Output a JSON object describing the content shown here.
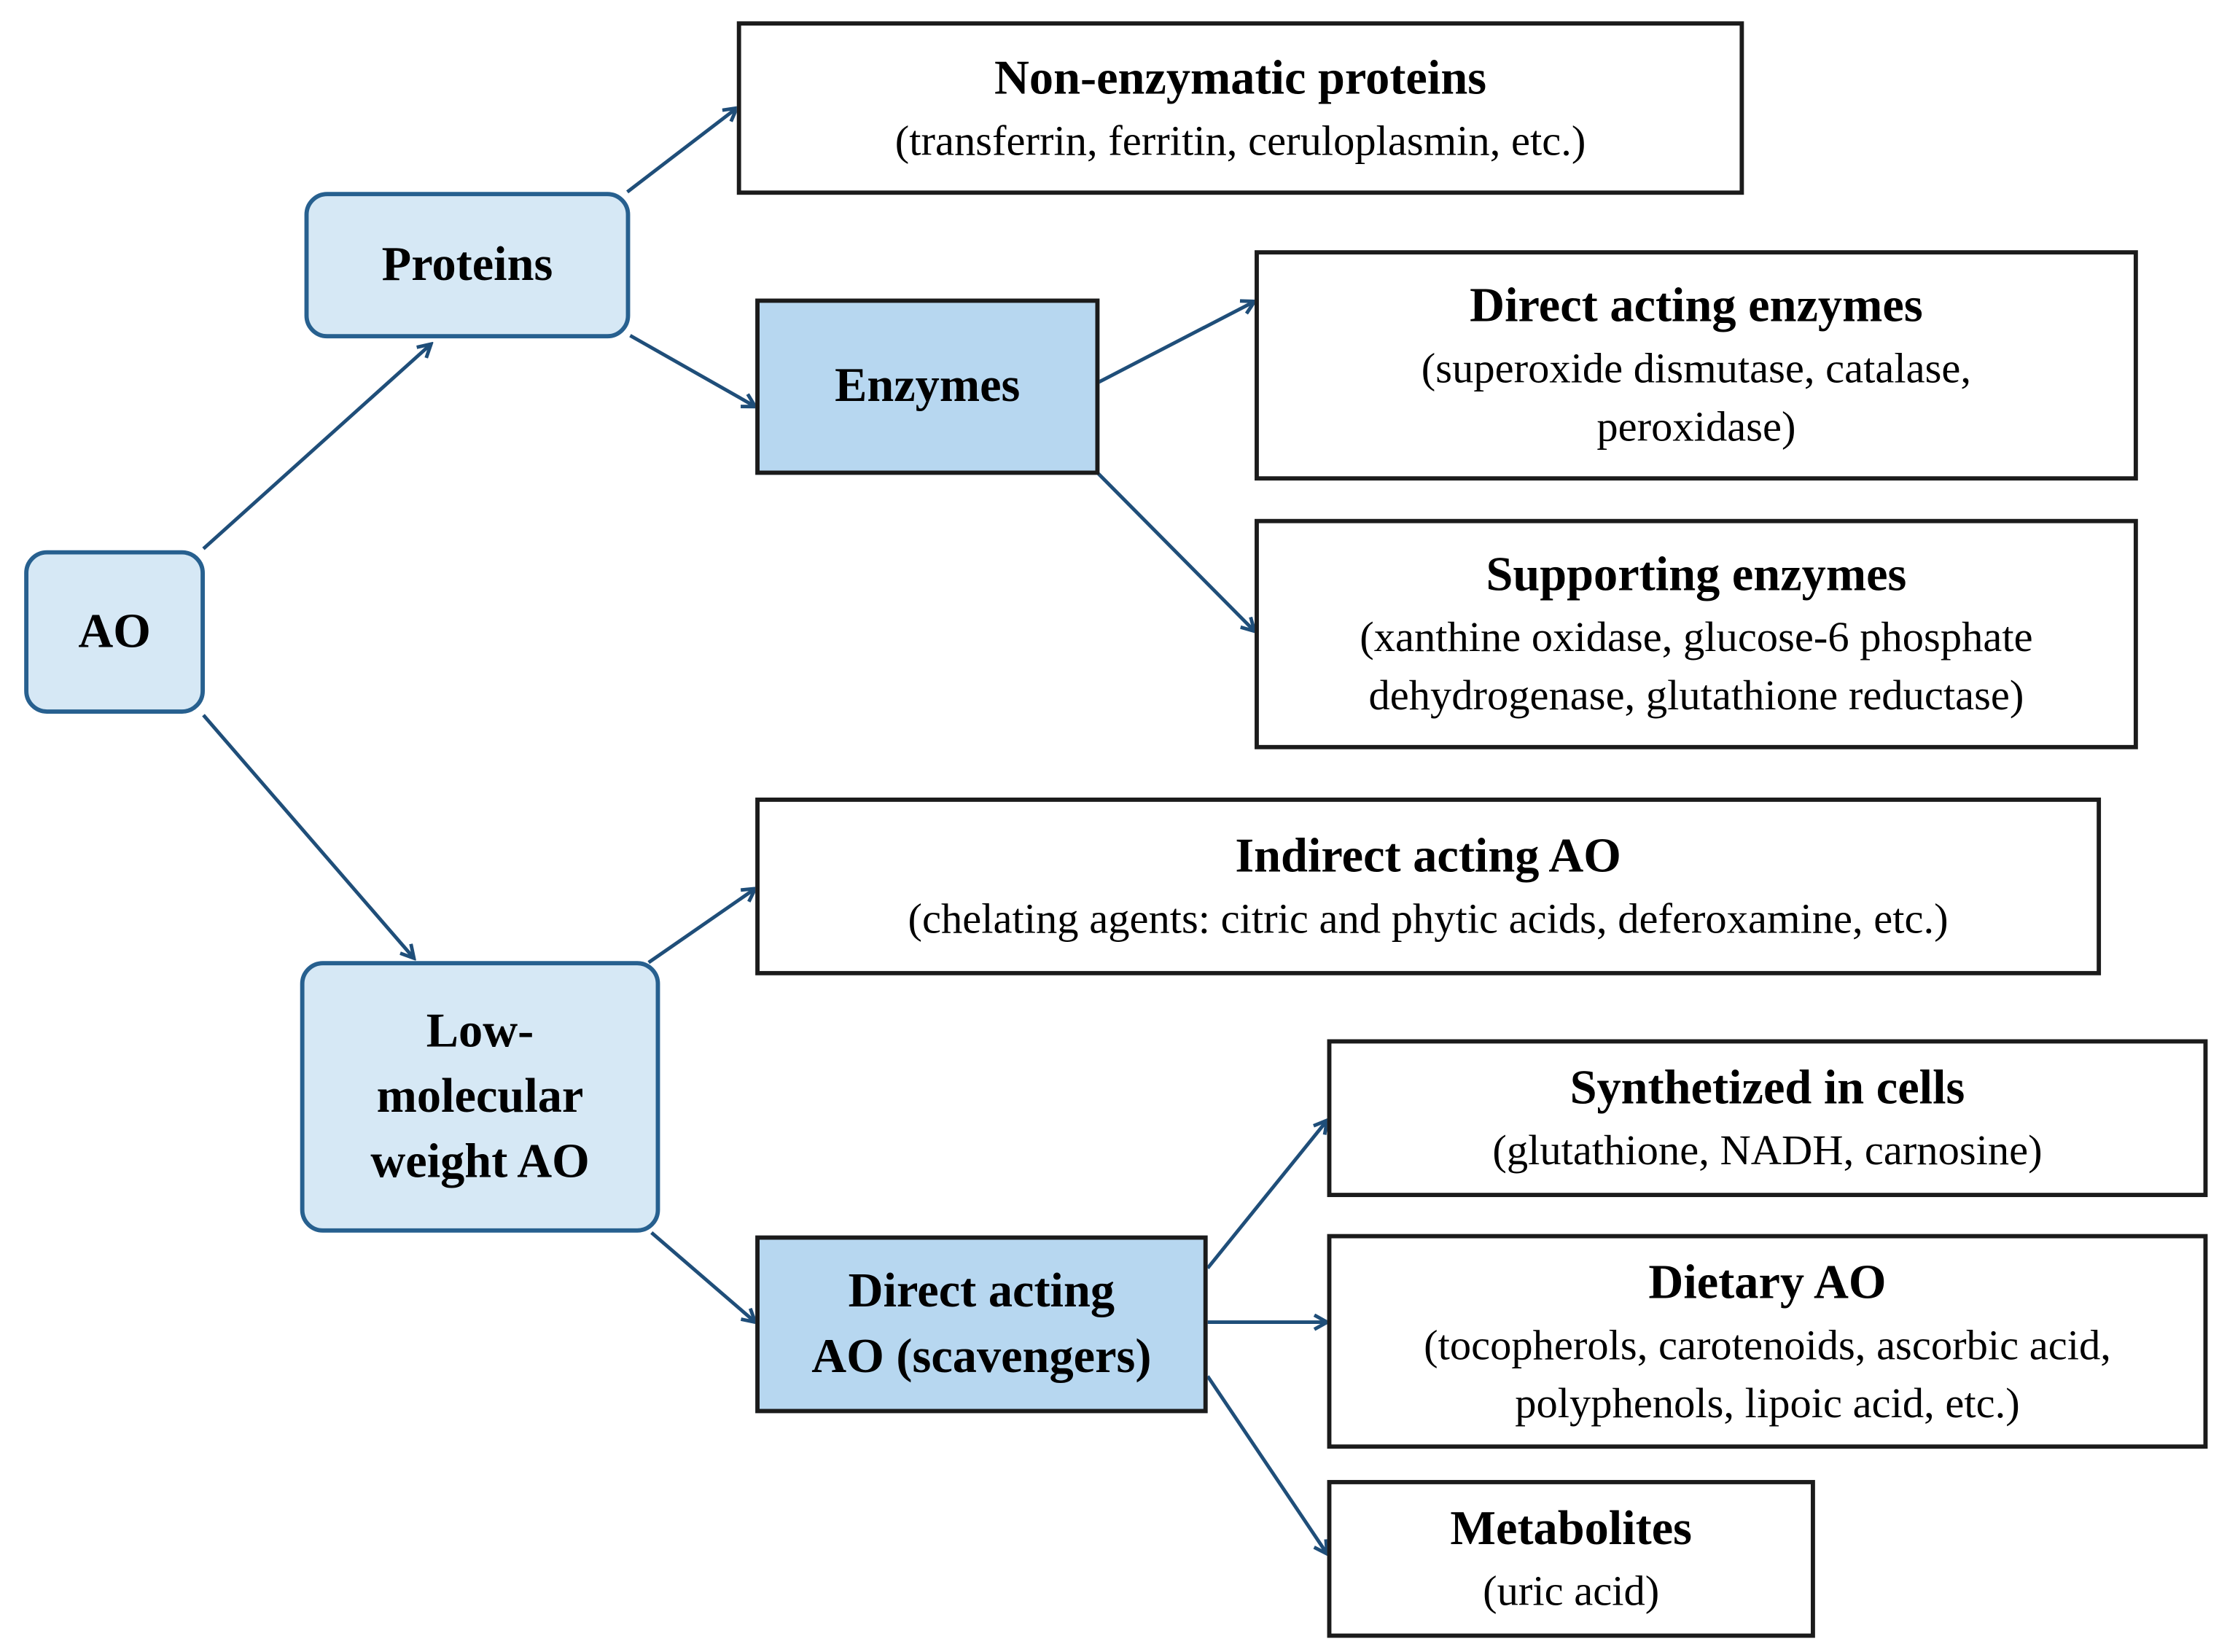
{
  "colors": {
    "arrow": "#1f4e79",
    "rounded_fill": "#d6e8f5",
    "rounded_border": "#27608f",
    "blue_rect_fill": "#b7d7f0",
    "box_border": "#1b1b1b"
  },
  "nodes": {
    "ao": {
      "title": "AO"
    },
    "proteins": {
      "title": "Proteins"
    },
    "enzymes": {
      "title": "Enzymes"
    },
    "low_molecular": {
      "title": "Low-\nmolecular\nweight AO"
    },
    "direct_acting_ao": {
      "title": "Direct acting\nAO (scavengers)"
    },
    "non_enzymatic": {
      "title": "Non-enzymatic proteins",
      "detail": "(transferrin, ferritin, ceruloplasmin, etc.)"
    },
    "direct_enzymes": {
      "title": "Direct acting enzymes",
      "detail": "(superoxide dismutase, catalase,\nperoxidase)"
    },
    "supporting_enzymes": {
      "title": "Supporting enzymes",
      "detail": "(xanthine oxidase, glucose-6 phosphate\ndehydrogenase, glutathione reductase)"
    },
    "indirect_ao": {
      "title": "Indirect acting AO",
      "detail": "(chelating agents: citric and phytic acids, deferoxamine, etc.)"
    },
    "synthesized": {
      "title": "Synthetized in cells",
      "detail": "(glutathione, NADH, carnosine)"
    },
    "dietary": {
      "title": "Dietary AO",
      "detail": "(tocopherols, carotenoids, ascorbic acid,\npolyphenols, lipoic acid, etc.)"
    },
    "metabolites": {
      "title": "Metabolites",
      "detail": "(uric acid)"
    }
  }
}
